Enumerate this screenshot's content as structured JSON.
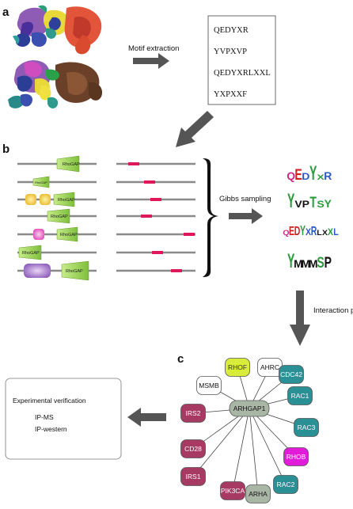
{
  "panels": {
    "a": "a",
    "b": "b",
    "c": "c"
  },
  "steps": {
    "motif_extraction": "Motif extraction",
    "gibbs_sampling": "Gibbs sampling",
    "interaction_prediction": "Interaction prediction"
  },
  "motifs": [
    "QEDYXR",
    "YVPXVP",
    "QEDYXRLXXL",
    "YXPXXF"
  ],
  "domain_label": "RhoGAP",
  "logos": [
    {
      "letters": [
        "Q",
        "E",
        "D",
        "Y",
        "X",
        "R"
      ],
      "colors": [
        "#cc2a8a",
        "#d02020",
        "#2a56c8",
        "#2a9a3c",
        "#2a9a3c",
        "#2a56c8"
      ]
    },
    {
      "letters": [
        "Y",
        "V",
        "P",
        "T",
        "S",
        "Y"
      ],
      "colors": [
        "#2a9a3c",
        "#111111",
        "#111111",
        "#2a9a3c",
        "#2a9a3c",
        "#2a9a3c"
      ]
    },
    {
      "letters": [
        "Q",
        "E",
        "D",
        "Y",
        "X",
        "R",
        "L",
        "X",
        "X",
        "L"
      ],
      "colors": [
        "#cc2a8a",
        "#d02020",
        "#d02020",
        "#2a9a3c",
        "#2a56c8",
        "#2a56c8",
        "#111111",
        "#111111",
        "#2a9a3c",
        "#2a56c8"
      ]
    },
    {
      "letters": [
        "Y",
        "M",
        "M",
        "M",
        "S",
        "P"
      ],
      "colors": [
        "#2a9a3c",
        "#111111",
        "#111111",
        "#111111",
        "#2a9a3c",
        "#111111"
      ]
    }
  ],
  "verification": {
    "title": "Experimental verification",
    "methods": [
      "IP-MS",
      "IP-western"
    ]
  },
  "network": {
    "center": {
      "label": "ARHGAP1",
      "color": "#a9b5a5"
    },
    "nodes": [
      {
        "label": "RHOF",
        "color": "#d8ec3a",
        "text_color": "#333333"
      },
      {
        "label": "AHRC",
        "color": "#ffffff",
        "text_color": "#111111"
      },
      {
        "label": "MSMB",
        "color": "#ffffff",
        "text_color": "#111111"
      },
      {
        "label": "CDC42",
        "color": "#2b8f96",
        "text_color": "#ffffff"
      },
      {
        "label": "RAC1",
        "color": "#2b8f96",
        "text_color": "#ffffff"
      },
      {
        "label": "IRS2",
        "color": "#a63a63",
        "text_color": "#ffffff"
      },
      {
        "label": "RAC3",
        "color": "#2b8f96",
        "text_color": "#ffffff"
      },
      {
        "label": "CD28",
        "color": "#a63a63",
        "text_color": "#ffffff"
      },
      {
        "label": "RHOB",
        "color": "#e01cd8",
        "text_color": "#ffffff"
      },
      {
        "label": "IRS1",
        "color": "#a63a63",
        "text_color": "#ffffff"
      },
      {
        "label": "RAC2",
        "color": "#2b8f96",
        "text_color": "#ffffff"
      },
      {
        "label": "PIK3CA",
        "color": "#a63a63",
        "text_color": "#ffffff"
      },
      {
        "label": "ARHA",
        "color": "#a9b5a5",
        "text_color": "#111111"
      }
    ]
  },
  "colors": {
    "arrow": "#555555",
    "red_mark": "#e0185a",
    "rhogap": "#a6d85a",
    "line": "#8a8a8a"
  }
}
